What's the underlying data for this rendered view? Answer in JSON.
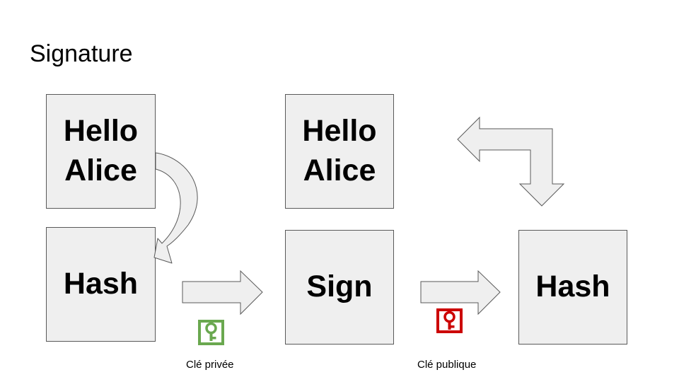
{
  "title": "Signature",
  "boxes": {
    "message_left": {
      "line1": "Hello",
      "line2": "Alice"
    },
    "hash_left": {
      "label": "Hash"
    },
    "message_right": {
      "line1": "Hello",
      "line2": "Alice"
    },
    "sign": {
      "label": "Sign"
    },
    "hash_right": {
      "label": "Hash"
    }
  },
  "keys": {
    "private": {
      "caption": "Clé privée",
      "color": "#6aa84f",
      "icon": "key-icon"
    },
    "public": {
      "caption": "Clé publique",
      "color": "#cc0000",
      "icon": "key-icon"
    }
  },
  "colors": {
    "box_fill": "#efefef",
    "arrow_fill": "#efefef",
    "stroke": "#595959"
  }
}
